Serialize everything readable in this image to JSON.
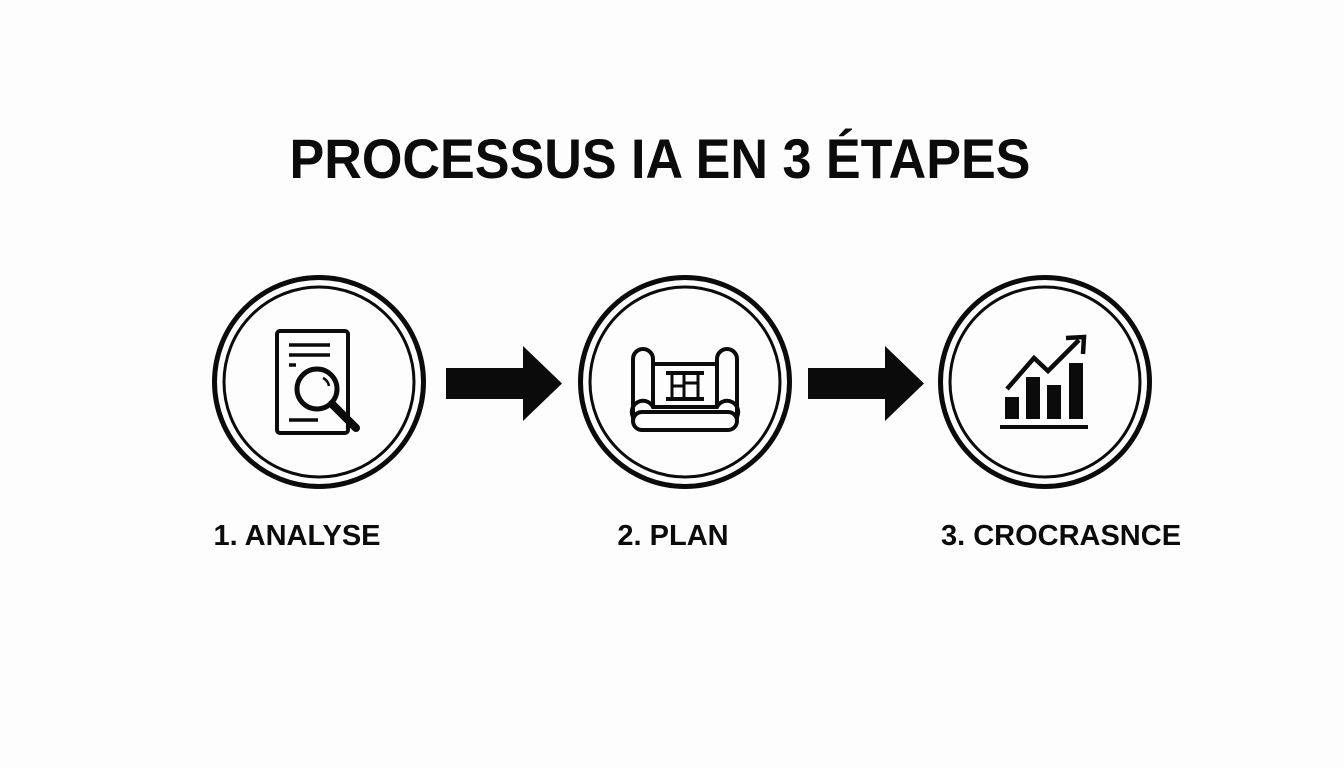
{
  "title": "PROCESSUS IA EN 3 ÉTAPES",
  "colors": {
    "background": "#fdfdfd",
    "ink": "#0b0b0b"
  },
  "steps": [
    {
      "number": 1,
      "label": "1. ANALYSE",
      "icon": "document-magnifier-icon"
    },
    {
      "number": 2,
      "label": "2. PLAN",
      "icon": "blueprint-scroll-icon"
    },
    {
      "number": 3,
      "label": "3. CROCRASNCE",
      "icon": "growth-chart-icon"
    }
  ],
  "connectors": [
    {
      "from": 1,
      "to": 2,
      "icon": "arrow-right-icon"
    },
    {
      "from": 2,
      "to": 3,
      "icon": "arrow-right-icon"
    }
  ]
}
